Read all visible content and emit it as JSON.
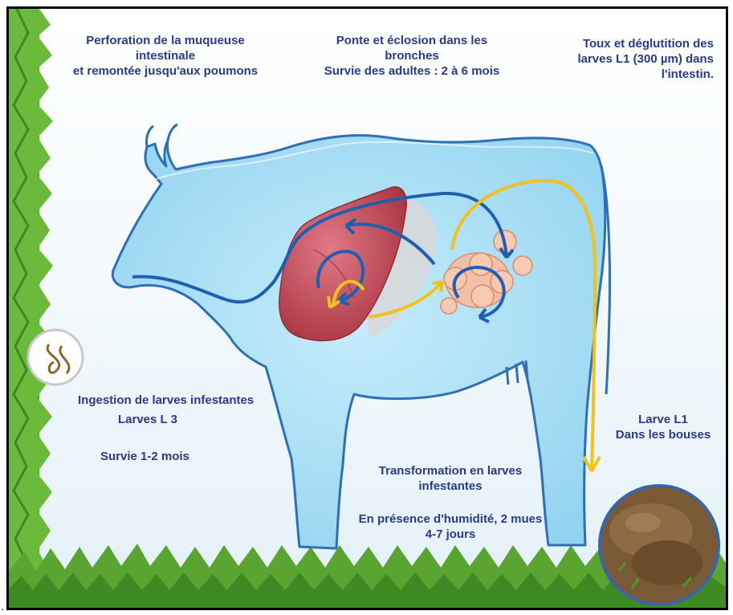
{
  "diagram": {
    "labels": {
      "perforation": "Perforation de la muqueuse intestinale\net remontée jusqu'aux poumons",
      "ponte": "Ponte et éclosion dans les bronches\nSurvie des adultes : 2 à 6 mois",
      "toux": "Toux et déglutition des\nlarves L1 (300 µm) dans\nl'intestin.",
      "ingestion": "Ingestion de larves infestantes",
      "larves_l3": "Larves L 3",
      "survie": "Survie 1-2 mois",
      "transformation": "Transformation en larves\ninfestantes",
      "humidite": "En présence d'humidité, 2 mues\n4-7 jours",
      "larve_l1": "Larve L1\nDans les bouses"
    },
    "colors": {
      "label_text": "#2a3a8c",
      "cow_fill": "#a8ddf3",
      "cow_outline": "#2e6fb5",
      "lung": "#c44a5a",
      "intestine": "#f0b89a",
      "blue_arrow": "#1f5fb0",
      "yellow_arrow": "#f2c21a",
      "grass": "#4a9a2a",
      "dung": "#7a5a36"
    },
    "icons": [
      "larva-lens-icon",
      "dung-photo-icon"
    ]
  }
}
